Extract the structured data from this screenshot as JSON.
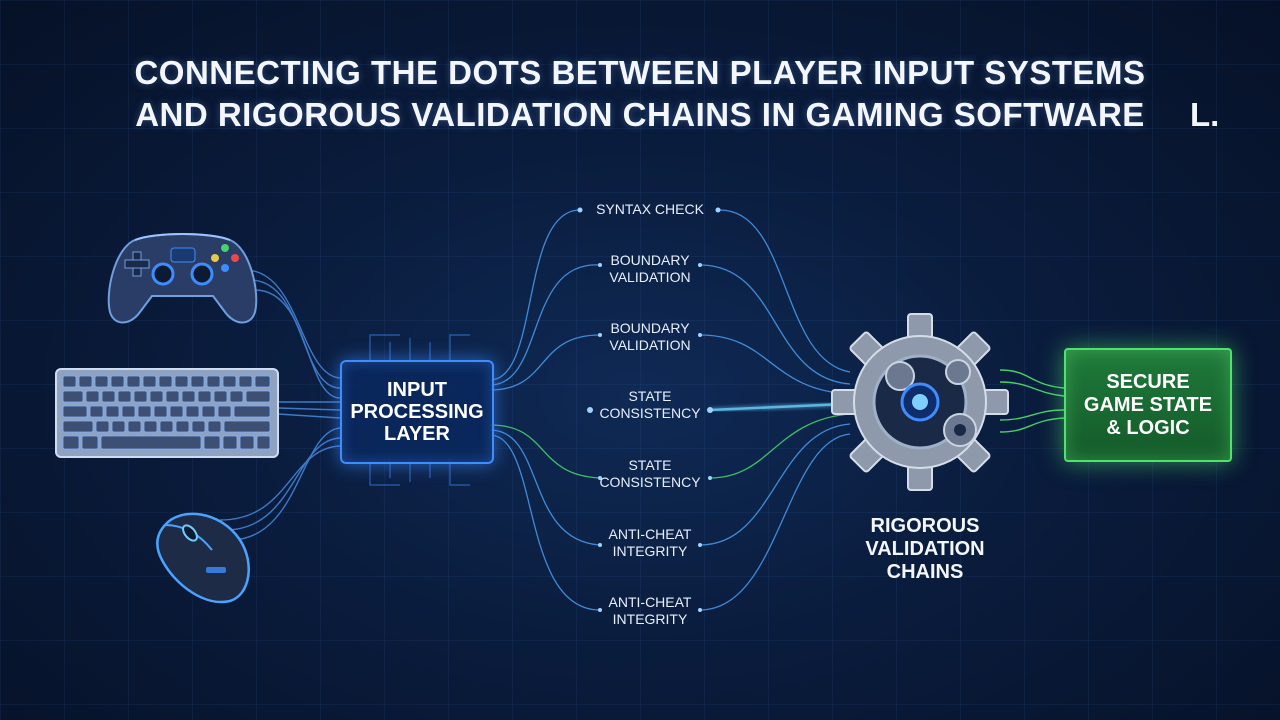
{
  "title": {
    "line1": "CONNECTING THE DOTS BETWEEN PLAYER INPUT SYSTEMS",
    "line2": "AND RIGOROUS VALIDATION CHAINS IN GAMING SOFTWARE",
    "suffix": "L."
  },
  "devices": {
    "gamepad": "gamepad-icon",
    "keyboard": "keyboard-icon",
    "mouse": "mouse-icon"
  },
  "input_layer": {
    "label": "INPUT PROCESSING LAYER"
  },
  "checks": [
    {
      "label": "SYNTAX CHECK"
    },
    {
      "label": "BOUNDARY VALIDATION"
    },
    {
      "label": "BOUNDARY VALIDATION"
    },
    {
      "label": "STATE CONSISTENCY"
    },
    {
      "label": "STATE CONSISTENCY"
    },
    {
      "label": "ANTI-CHEAT INTEGRITY"
    },
    {
      "label": "ANTI-CHEAT INTEGRITY"
    }
  ],
  "validation": {
    "label": "RIGOROUS VALIDATION CHAINS",
    "icon": "gear-icon"
  },
  "output": {
    "label": "SECURE GAME STATE & LOGIC"
  },
  "colors": {
    "accent_blue": "#3e8dff",
    "accent_green": "#4ee36a",
    "background": "#0a1c3d"
  }
}
